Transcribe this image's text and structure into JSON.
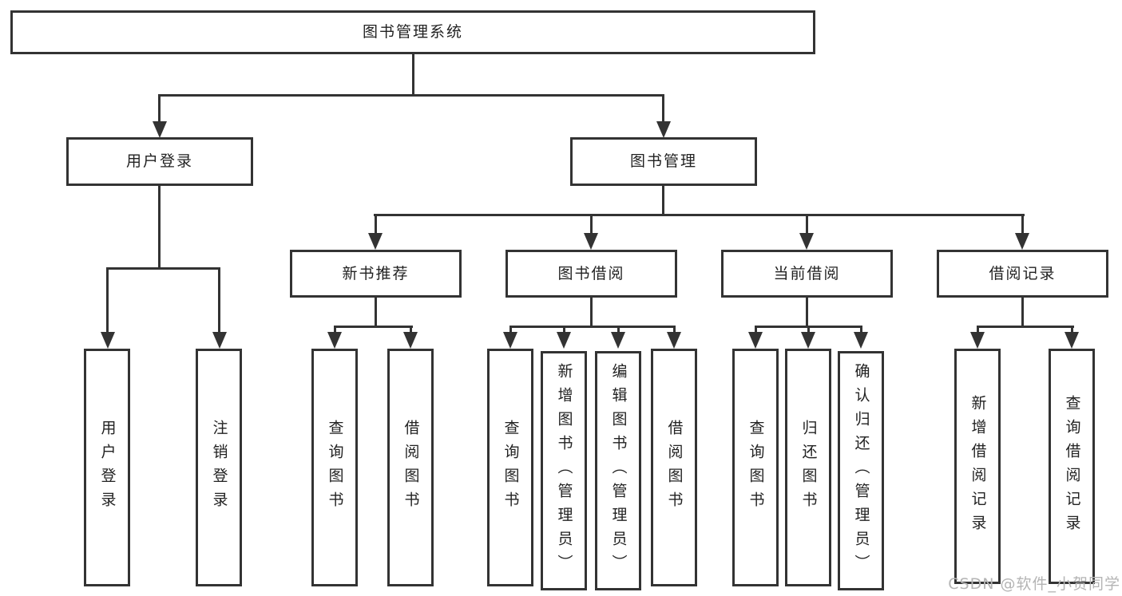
{
  "diagram": {
    "type": "hierarchy-flowchart",
    "colors": {
      "line": "#333333",
      "box_border": "#333333",
      "text": "#222222",
      "background": "#ffffff"
    },
    "nodes": {
      "root": {
        "label": "图书管理系统"
      },
      "user_login": {
        "label": "用户登录"
      },
      "book_management": {
        "label": "图书管理"
      },
      "new_book_recommend": {
        "label": "新书推荐"
      },
      "book_borrowing": {
        "label": "图书借阅"
      },
      "current_borrowing": {
        "label": "当前借阅"
      },
      "borrowing_records": {
        "label": "借阅记录"
      },
      "leaf_user_login": {
        "label": "用户登录"
      },
      "leaf_logout": {
        "label": "注销登录"
      },
      "leaf_recommend_query_books": {
        "label": "查询图书"
      },
      "leaf_recommend_borrow_books": {
        "label": "借阅图书"
      },
      "leaf_borrowing_query_books": {
        "label": "查询图书"
      },
      "leaf_borrowing_add_books": {
        "label": "新增图书（管理员）"
      },
      "leaf_borrowing_edit_books": {
        "label": "编辑图书（管理员）"
      },
      "leaf_borrowing_borrow_books": {
        "label": "借阅图书"
      },
      "leaf_current_query_books": {
        "label": "查询图书"
      },
      "leaf_current_return_books": {
        "label": "归还图书"
      },
      "leaf_current_confirm_return": {
        "label": "确认归还（管理员）"
      },
      "leaf_records_add_record": {
        "label": "新增借阅记录"
      },
      "leaf_records_query_record": {
        "label": "查询借阅记录"
      }
    },
    "edges": [
      "root->user_login",
      "root->book_management",
      "user_login->leaf_user_login",
      "user_login->leaf_logout",
      "book_management->new_book_recommend",
      "book_management->book_borrowing",
      "book_management->current_borrowing",
      "book_management->borrowing_records",
      "new_book_recommend->leaf_recommend_query_books",
      "new_book_recommend->leaf_recommend_borrow_books",
      "book_borrowing->leaf_borrowing_query_books",
      "book_borrowing->leaf_borrowing_add_books",
      "book_borrowing->leaf_borrowing_edit_books",
      "book_borrowing->leaf_borrowing_borrow_books",
      "current_borrowing->leaf_current_query_books",
      "current_borrowing->leaf_current_return_books",
      "current_borrowing->leaf_current_confirm_return",
      "borrowing_records->leaf_records_add_record",
      "borrowing_records->leaf_records_query_record"
    ]
  },
  "watermark": {
    "text": "CSDN @软件_小贺同学",
    "color": "#b4b4b4"
  }
}
